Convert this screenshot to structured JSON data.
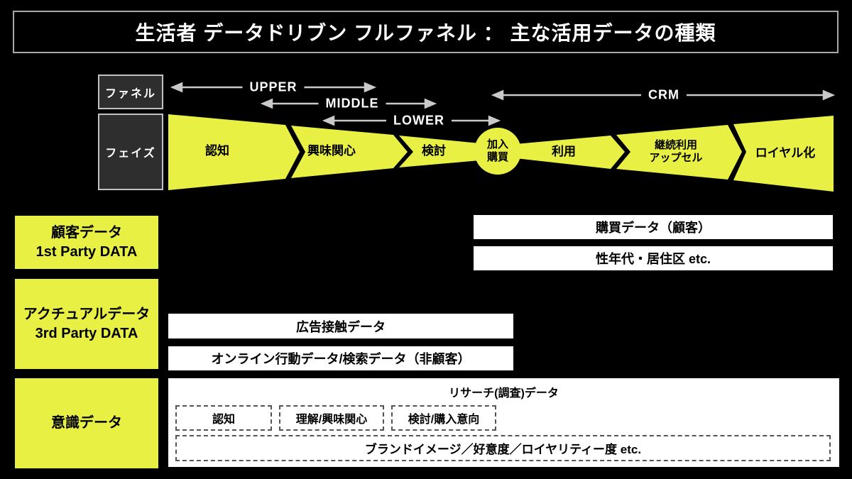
{
  "title": "生活者 データドリブン フルファネル ： 主な活用データの種類",
  "funnel": {
    "axis_label": "ファネル",
    "phase_axis_label": "フェイズ",
    "arrows": {
      "upper": "UPPER",
      "middle": "MIDDLE",
      "lower": "LOWER",
      "crm": "CRM"
    },
    "phases": {
      "awareness": "認知",
      "interest": "興味関心",
      "consideration": "検討",
      "purchase_line1": "加入",
      "purchase_line2": "購買",
      "usage": "利用",
      "retention_line1": "継続利用",
      "retention_line2": "アップセル",
      "loyalty": "ロイヤル化"
    }
  },
  "rows": {
    "customer": {
      "label_line1": "顧客データ",
      "label_line2": "1st Party DATA",
      "purchase_bar": "購買データ（顧客）",
      "demographics_bar": "性年代・居住区 etc."
    },
    "actual": {
      "label_line1": "アクチュアルデータ",
      "label_line2": "3rd Party DATA",
      "ad_contact_bar": "広告接触データ",
      "online_bar": "オンライン行動データ/検索データ（非顧客）"
    },
    "attitudinal": {
      "label": "意識データ",
      "research_title": "リサーチ(調査)データ",
      "item_awareness": "認知",
      "item_understanding": "理解/興味関心",
      "item_consideration": "検討/購入意向",
      "brand_bar": "ブランドイメージ／好意度／ロイヤリティー度 etc."
    }
  },
  "colors": {
    "background": "#000000",
    "accent_yellow": "#e8f043",
    "bar_white": "#ffffff",
    "arrow_gray": "#c9c9c9",
    "axis_box_bg": "#2e2e2e",
    "dashed_border": "#555555"
  }
}
